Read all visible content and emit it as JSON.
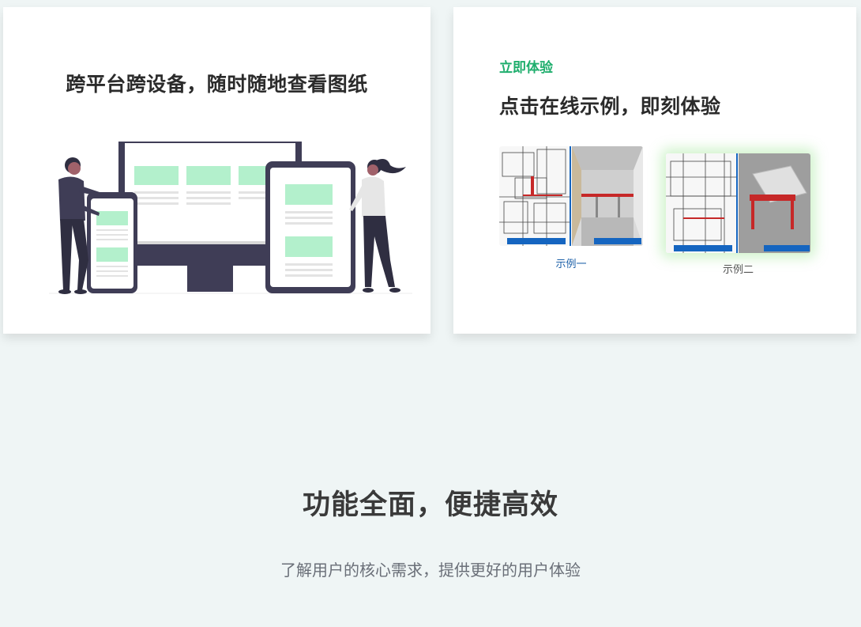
{
  "left_card": {
    "title": "跨平台跨设备，随时随地查看图纸",
    "illustration": "multi-device-illustration"
  },
  "right_card": {
    "eyebrow": "立即体验",
    "title": "点击在线示例，即刻体验",
    "examples": [
      {
        "label": "示例一",
        "thumbnail": "cad-drawing-3d-preview"
      },
      {
        "label": "示例二",
        "thumbnail": "cad-drawing-3d-preview"
      }
    ]
  },
  "features": {
    "title": "功能全面，便捷高效",
    "subtitle": "了解用户的核心需求，提供更好的用户体验"
  },
  "colors": {
    "page_bg": "#eff5f5",
    "accent_green": "#1fae6d",
    "link_blue": "#1b5fa8",
    "title_text": "#2b2b2b",
    "device_dark": "#3f3d56",
    "screen_green": "#b3f0cc"
  }
}
